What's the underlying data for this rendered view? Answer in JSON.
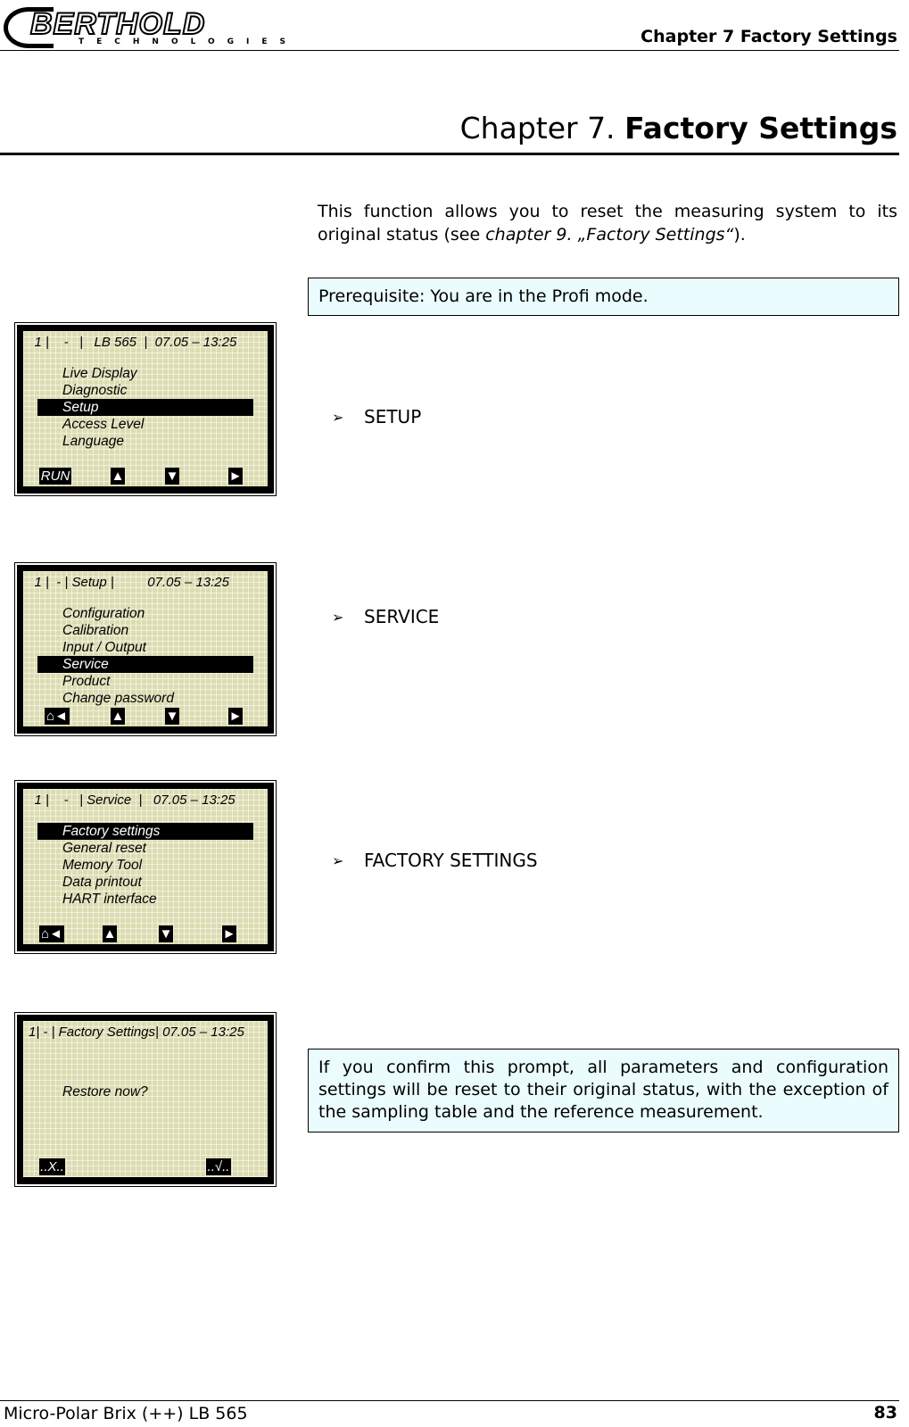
{
  "header": {
    "logo": {
      "brand": "BERTHOLD",
      "subtitle": "TECHNOLOGIES"
    },
    "title": "Chapter 7 Factory Settings"
  },
  "chapter": {
    "prefix": "Chapter 7.",
    "title": "Factory Settings"
  },
  "intro": {
    "text_before": "This function allows you to reset the measuring system to its original status (see ",
    "reference": "chapter 9. „Factory Settings“",
    "text_after": ")."
  },
  "notes": {
    "prerequisite": "Prerequisite: You are in the Profi mode.",
    "confirm": "If you confirm this prompt, all parameters and configuration settings will be reset to their original status, with the exception of the sampling table and the reference measurement."
  },
  "steps": [
    {
      "icon": "arrowhead-bullet-icon",
      "bullet": "➢",
      "label": "SETUP"
    },
    {
      "icon": "arrowhead-bullet-icon",
      "bullet": "➢",
      "label": "SERVICE"
    },
    {
      "icon": "arrowhead-bullet-icon",
      "bullet": "➢",
      "label": "FACTORY SETTINGS"
    }
  ],
  "screens": [
    {
      "status": "   1 |    -   |   LB 565  |  07.05 – 13:25",
      "items": [
        "Live Display",
        "Diagnostic",
        "Setup",
        "Access Level",
        "Language"
      ],
      "selected": "Setup",
      "softkeys": {
        "left": "RUN",
        "up": "▲",
        "down": "▼",
        "right": "►"
      }
    },
    {
      "status": "   1 |  - | Setup |         07.05 – 13:25",
      "items": [
        "Configuration",
        "Calibration",
        "Input / Output",
        "Service",
        "Product",
        "Change password"
      ],
      "selected": "Service",
      "softkeys": {
        "left": "⌂◄",
        "up": "▲",
        "down": "▼",
        "right": "►"
      }
    },
    {
      "status": "   1 |    -   | Service  |   07.05 – 13:25",
      "items": [
        "Factory settings",
        "General reset",
        "Memory Tool",
        "Data printout",
        "HART interface"
      ],
      "selected": "Factory settings",
      "softkeys": {
        "left": "⌂◄",
        "up": "▲",
        "down": "▼",
        "right": "►"
      }
    },
    {
      "status": "1| - | Factory Settings| 07.05 – 13:25",
      "prompt": "Restore now?",
      "softkeys": {
        "cancel": "..X..",
        "confirm": "..√.."
      }
    }
  ],
  "footer": {
    "product": "Micro-Polar Brix (++) LB 565",
    "page_number": "83"
  }
}
